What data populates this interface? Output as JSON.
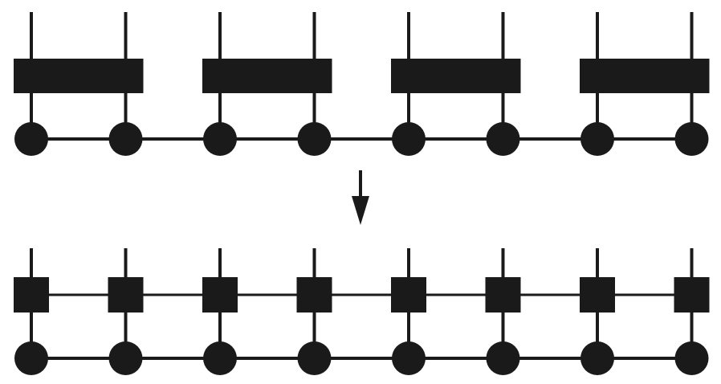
{
  "diagram": {
    "ink_color": "#1a1a1a",
    "background_color": "#ffffff",
    "arrow_direction": "down",
    "top_row": {
      "site_count": 8,
      "node_shape": "circle",
      "gate_shape": "wide-rectangle",
      "gate_count": 4,
      "sites_per_gate": 2
    },
    "bottom_row": {
      "site_count": 8,
      "node_shape": "circle",
      "gate_shape": "square",
      "gate_count": 8,
      "sites_per_gate": 1
    }
  }
}
